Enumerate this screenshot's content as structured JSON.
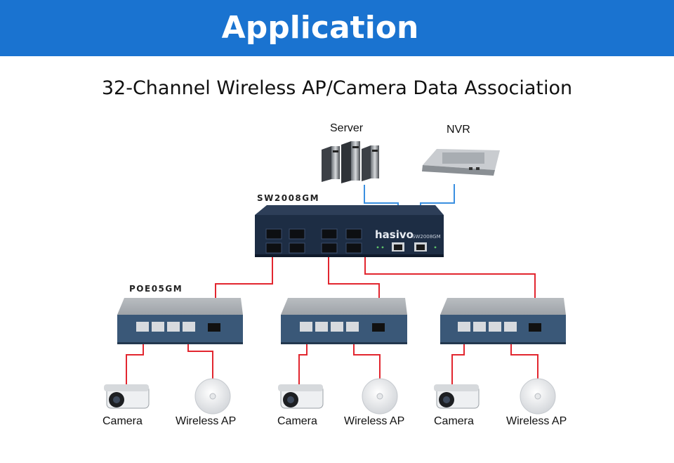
{
  "header": {
    "title": "Application"
  },
  "diagram": {
    "title": "32-Channel Wireless AP/Camera Data Association",
    "core_switch": {
      "model_label": "SW2008GM",
      "brand": "hasivo",
      "front_model": "SW2008GM"
    },
    "server_label": "Server",
    "nvr_label": "NVR",
    "poe_switch_label": "POE05GM",
    "end_devices": [
      {
        "camera": "Camera",
        "ap": "Wireless AP"
      },
      {
        "camera": "Camera",
        "ap": "Wireless AP"
      },
      {
        "camera": "Camera",
        "ap": "Wireless AP"
      }
    ],
    "colors": {
      "banner": "#1a73d0",
      "uplink": "#3a8fe0",
      "fiber": "#e2262f",
      "switch_body": "#1d2d44"
    }
  }
}
